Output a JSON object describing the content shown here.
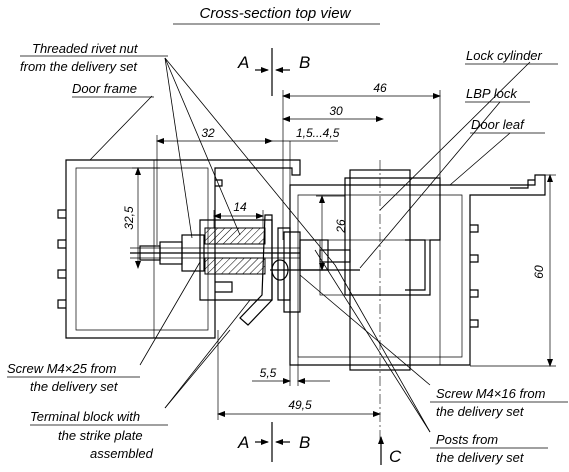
{
  "title": "Cross-section top view",
  "section_marks": {
    "left": "A",
    "right": "B",
    "view": "C"
  },
  "callouts": {
    "rivet_nut": [
      "Threaded rivet nut",
      "from the delivery set"
    ],
    "door_frame": "Door frame",
    "lock_cylinder": "Lock cylinder",
    "lbp_lock": "LBP lock",
    "door_leaf": "Door leaf",
    "screw_m4x25": [
      "Screw M4×25 from",
      "the delivery set"
    ],
    "terminal_block": [
      "Terminal block with",
      "the strike plate",
      "assembled"
    ],
    "screw_m4x16": [
      "Screw M4×16 from",
      "the delivery set"
    ],
    "posts": [
      "Posts from",
      "the delivery set"
    ]
  },
  "dimensions": {
    "d46": "46",
    "d30": "30",
    "d32": "32",
    "d1545": "1,5...4,5",
    "d325": "32,5",
    "d14": "14",
    "d26": "26",
    "d60": "60",
    "d55": "5,5",
    "d495": "49,5"
  }
}
